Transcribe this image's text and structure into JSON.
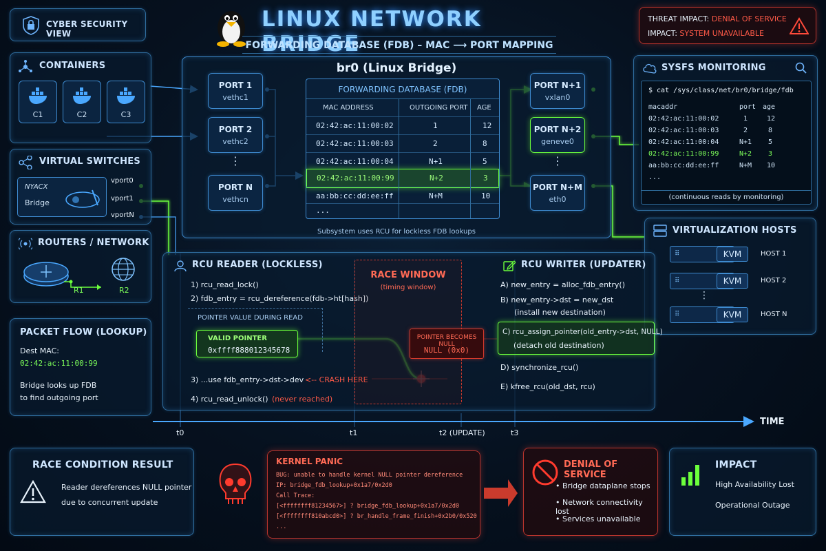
{
  "title": "LINUX NETWORK BRIDGE",
  "subtitle": "FORWARDING DATABASE (FDB) – MAC ⟶ PORT MAPPING",
  "cyber_view": "CYBER SECURITY VIEW",
  "threat": {
    "line1_label": "THREAT IMPACT:",
    "line1_value": "DENIAL OF SERVICE",
    "line2_label": "IMPACT:",
    "line2_value": "SYSTEM UNAVAILABLE"
  },
  "containers": {
    "title": "CONTAINERS",
    "items": [
      "C1",
      "C2",
      "C3"
    ]
  },
  "virtual_switches": {
    "title": "VIRTUAL SWITCHES",
    "logo_text": "NYACX",
    "bridge_label": "Bridge",
    "ports": [
      "vport0",
      "vport1",
      "vportN"
    ]
  },
  "routers": {
    "title": "ROUTERS / NETWORK",
    "r1": "R1",
    "r2": "R2"
  },
  "packet_flow": {
    "title": "PACKET FLOW (LOOKUP)",
    "dest_label": "Dest MAC:",
    "dest_mac": "02:42:ac:11:00:99",
    "desc1": "Bridge looks up FDB",
    "desc2": "to find outgoing port"
  },
  "bridge": {
    "title": "br0 (Linux Bridge)",
    "footer": "Subsystem uses RCU for lockless FDB lookups",
    "left_ports": [
      {
        "name": "PORT 1",
        "iface": "vethc1"
      },
      {
        "name": "PORT 2",
        "iface": "vethc2"
      },
      {
        "name": "PORT N",
        "iface": "vethcn"
      }
    ],
    "right_ports": [
      {
        "name": "PORT N+1",
        "iface": "vxlan0"
      },
      {
        "name": "PORT N+2",
        "iface": "geneve0"
      },
      {
        "name": "PORT N+M",
        "iface": "eth0"
      }
    ],
    "ellipsis": "⋮"
  },
  "fdb": {
    "title": "FORWARDING DATABASE (FDB)",
    "headers": [
      "MAC ADDRESS",
      "OUTGOING PORT",
      "AGE"
    ],
    "rows": [
      [
        "02:42:ac:11:00:02",
        "1",
        "12"
      ],
      [
        "02:42:ac:11:00:03",
        "2",
        "8"
      ],
      [
        "02:42:ac:11:00:04",
        "N+1",
        "5"
      ],
      [
        "02:42:ac:11:00:99",
        "N+2",
        "3"
      ],
      [
        "aa:bb:cc:dd:ee:ff",
        "N+M",
        "10"
      ],
      [
        "...",
        "",
        ""
      ]
    ]
  },
  "sysfs": {
    "title": "SYSFS MONITORING",
    "command": "$ cat /sys/class/net/br0/bridge/fdb",
    "headers": [
      "macaddr",
      "port",
      "age"
    ],
    "rows": [
      [
        "02:42:ac:11:00:02",
        "1",
        "12"
      ],
      [
        "02:42:ac:11:00:03",
        "2",
        "8"
      ],
      [
        "02:42:ac:11:00:04",
        "N+1",
        "5"
      ],
      [
        "02:42:ac:11:00:99",
        "N+2",
        "3"
      ],
      [
        "aa:bb:cc:dd:ee:ff",
        "N+M",
        "10"
      ]
    ],
    "ellipsis": "...",
    "footer": "(continuous reads by monitoring)"
  },
  "virt_hosts": {
    "title": "VIRTUALIZATION HOSTS",
    "kvm": "KVM",
    "hosts": [
      "HOST 1",
      "HOST 2",
      "HOST N"
    ]
  },
  "reader": {
    "title": "RCU READER (LOCKLESS)",
    "step1": "1)  rcu_read_lock()",
    "step2": "2)  fdb_entry = rcu_dereference(fdb->ht[hash])",
    "ptr_box_title": "POINTER VALUE DURING READ",
    "valid_label": "VALID POINTER",
    "valid_value": "0xffff888012345678",
    "step3": "3)  ...use fdb_entry->dst->dev",
    "crash": "<-- CRASH HERE",
    "step4": "4)  rcu_read_unlock()",
    "never": "(never reached)"
  },
  "race": {
    "title": "RACE WINDOW",
    "sub": "(timing window)",
    "null_title": "POINTER BECOMES NULL",
    "null_value": "NULL (0x0)"
  },
  "writer": {
    "title": "RCU WRITER (UPDATER)",
    "a": "A)  new_entry = alloc_fdb_entry()",
    "b1": "B)  new_entry->dst = new_dst",
    "b2": "(install new destination)",
    "c1": "C)  rcu_assign_pointer(old_entry->dst, NULL)",
    "c2": "(detach old destination)",
    "d": "D)  synchronize_rcu()",
    "e": "E)  kfree_rcu(old_dst, rcu)"
  },
  "timeline": {
    "label": "TIME",
    "ticks": [
      "t0",
      "t1",
      "t2 (UPDATE)",
      "t3"
    ]
  },
  "result": {
    "title": "RACE CONDITION RESULT",
    "line1": "Reader dereferences NULL pointer",
    "line2": "due to concurrent update"
  },
  "panic": {
    "title": "KERNEL PANIC",
    "lines": [
      "BUG: unable to handle kernel NULL pointer dereference",
      "IP: bridge_fdb_lookup+0x1a7/0x2d0",
      "Call Trace:",
      " [<ffffffff81234567>] ? bridge_fdb_lookup+0x1a7/0x2d0",
      " [<ffffffff810abcd0>] ? br_handle_frame_finish+0x2b0/0x520",
      " ..."
    ]
  },
  "dos": {
    "title": "DENIAL OF SERVICE",
    "items": [
      "Bridge dataplane stops",
      "Network connectivity lost",
      "Services unavailable"
    ]
  },
  "impact": {
    "title": "IMPACT",
    "line1": "High Availability Lost",
    "line2": "Operational Outage"
  },
  "colors": {
    "accent": "#4aa8ff",
    "good": "#6cff3c",
    "bad": "#ff3b2e"
  }
}
